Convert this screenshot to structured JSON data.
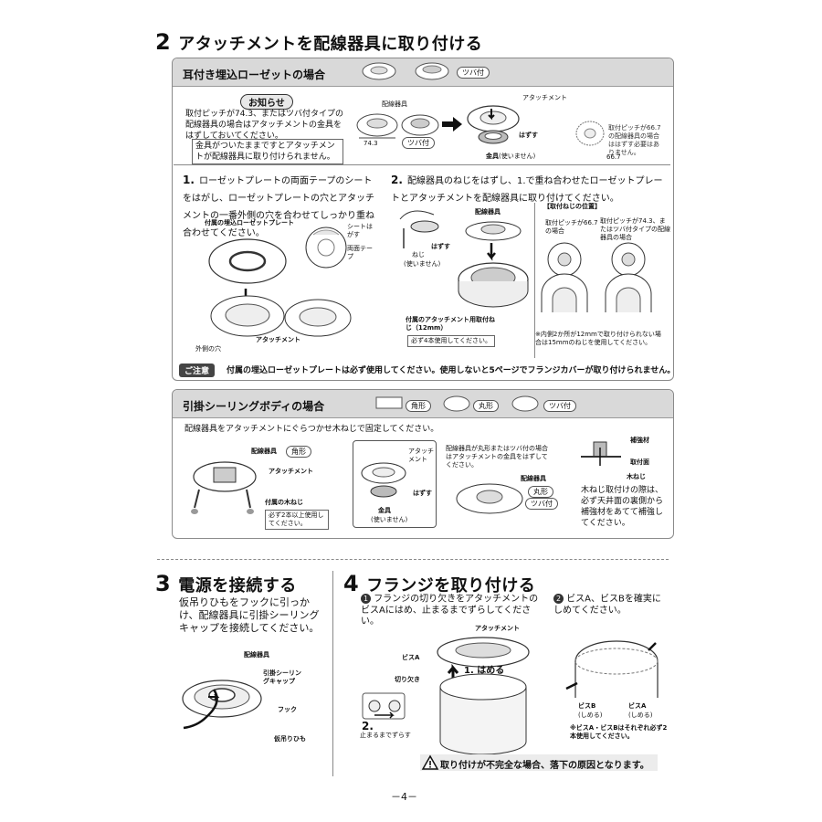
{
  "section2": {
    "num": "2",
    "title": "アタッチメントを配線器具に取り付ける",
    "panel1": {
      "title": "耳付き埋込ローゼットの場合",
      "tsuba_badge": "ツバ付",
      "notice_label": "お知らせ",
      "notice_text": "取付ピッチが74.3、またはツバ付タイプの配線器具の場合はアタッチメントの金具をはずしておいてください。",
      "notice_box": "金具がついたままですとアタッチメントが配線器具に取り付けられません。",
      "label_device": "配線器具",
      "label_743": "74.3",
      "label_tsuba": "ツバ付",
      "label_attachment": "アタッチメント",
      "label_remove": "はずす",
      "label_metal": "金具",
      "label_metal_note": "(使いません)",
      "pitch_note": "取付ピッチが66.7の配線器具の場合ははずす必要はありません。",
      "label_667": "66.7",
      "step1_num": "1.",
      "step1_text": "ローゼットプレートの両面テープのシートをはがし、ローゼットプレートの穴とアタッチメントの一番外側の穴を合わせてしっかり重ね合わせてください。",
      "label_rosette": "付属の埋込ローゼットプレート",
      "label_sheet": "シートはがす",
      "label_tape": "両面テープ",
      "label_outer_hole": "外側の穴",
      "label_attachment2": "アタッチメント",
      "step2_num": "2.",
      "step2_text": "配線器具のねじをはずし、1.で重ね合わせたローゼットプレートとアタッチメントを配線器具に取り付けてください。",
      "label_device2": "配線器具",
      "label_remove2": "はずす",
      "label_screw": "ねじ",
      "label_screw_note": "(使いません)",
      "label_screw_pos": "【取付ねじの位置】",
      "label_pitch667": "取付ピッチが66.7の場合",
      "label_pitch743": "取付ピッチが74.3、またはツバ付タイプの配線器具の場合",
      "label_att_screw": "付属のアタッチメント用取付ねじ（12mm）",
      "label_four": "必ず4本使用してください。",
      "screw_note": "※内側2か所が12mmで取り付けられない場合は15mmのねじを使用してください。",
      "caution_badge": "ご注意",
      "caution_text": "付属の埋込ローゼットプレートは必ず使用してください。使用しないと5ページでフランジカバーが取り付けられません。"
    },
    "panel2": {
      "title": "引掛シーリングボディの場合",
      "badge_square": "角形",
      "badge_round": "丸形",
      "badge_tsuba": "ツバ付",
      "intro": "配線器具をアタッチメントにぐらつかせ木ねじで固定してください。",
      "label_device_sq": "配線器具",
      "label_sq": "角形",
      "label_attachment": "アタッチメント",
      "label_wood_screw": "付属の木ねじ",
      "label_two": "必ず2本以上使用してください。",
      "label_attach_short": "アタッチメント",
      "round_note": "配線器具が丸形またはツバ付の場合はアタッチメントの金具をはずしてください。",
      "label_remove": "はずす",
      "label_metal": "金具",
      "label_metal_note": "(使いません)",
      "label_device_round": "配線器具",
      "label_round": "丸形",
      "label_tsuba": "ツバ付",
      "label_reinforce": "補強材",
      "label_mount": "取付面",
      "label_wood": "木ねじ",
      "wood_note": "木ねじ取付けの際は、必ず天井面の裏側から補強材をあてて補強してください。"
    }
  },
  "section3": {
    "num": "3",
    "title": "電源を接続する",
    "text": "仮吊りひもをフックに引っかけ、配線器具に引掛シーリングキャップを接続してください。",
    "label_device": "配線器具",
    "label_cap": "引掛シーリングキャップ",
    "label_hook": "フック",
    "label_string": "仮吊りひも"
  },
  "section4": {
    "num": "4",
    "title": "フランジを取り付ける",
    "step1_mark": "1",
    "step1_text": "フランジの切り欠きをアタッチメントのビスAにはめ、止まるまでずらしてください。",
    "step2_mark": "2",
    "step2_text": "ビスA、ビスBを確実にしめてください。",
    "label_attachment": "アタッチメント",
    "label_visA": "ビスA",
    "label_notch": "切り欠き",
    "label_fit": "1. はめる",
    "label_slide_num": "2.",
    "label_slide": "止まるまでずらす",
    "label_visB2": "ビスB",
    "label_shimeru": "(しめる)",
    "label_visA2": "ビスA",
    "label_shimeru2": "(しめる)",
    "vis_note": "※ビスA・ビスBはそれぞれ必ず2本使用してください。",
    "warning": "取り付けが不完全な場合、落下の原因となります。"
  },
  "footer": {
    "page": "－4－"
  }
}
